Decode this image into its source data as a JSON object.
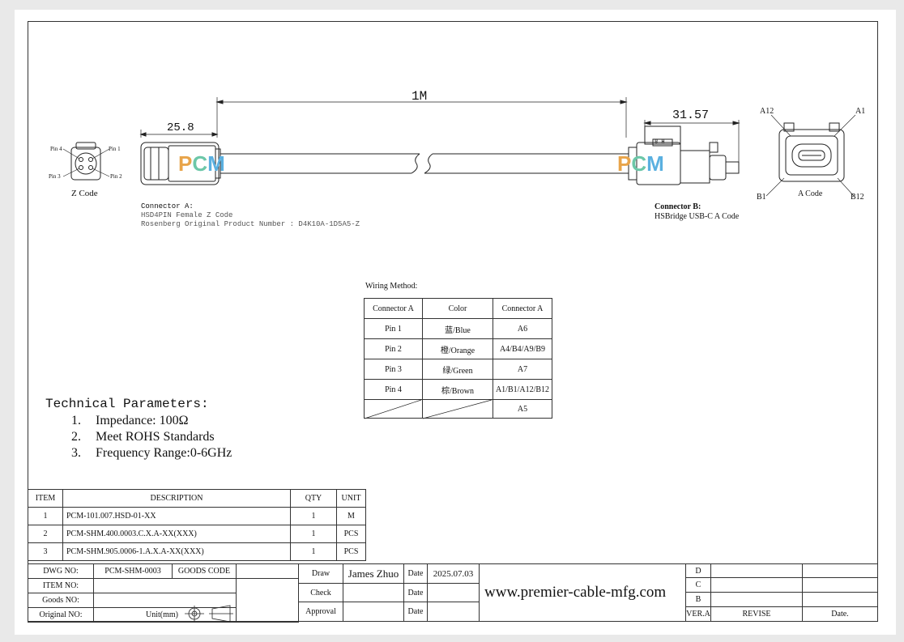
{
  "drawing": {
    "z_code_label": "Z Code",
    "pin_labels": [
      "Pin 4",
      "Pin 1",
      "Pin 3",
      "Pin 2"
    ],
    "dim_a": "25.8",
    "dim_length": "1M",
    "dim_b": "31.57",
    "connector_b_mark": "8 H",
    "usb_pin_labels": {
      "a12": "A12",
      "a1": "A1",
      "b1": "B1",
      "b12": "B12"
    },
    "a_code_label": "A Code",
    "connector_a": {
      "title": "Connector A:",
      "line1": "HSD4PIN Female Z Code",
      "line2": "Rosenberg Original Product Number : D4K10A-1D5A5-Z"
    },
    "connector_b": {
      "title": "Connector B:",
      "line1": "HSBridge USB-C A Code"
    },
    "watermark": "PCM",
    "brand_colors": {
      "p": "#e8a44a",
      "c": "#6cc7a8",
      "m": "#5ab0e0"
    }
  },
  "wiring": {
    "title": "Wiring  Method:",
    "headers": [
      "Connector A",
      "Color",
      "Connector A"
    ],
    "rows": [
      [
        "Pin 1",
        "蓝/Blue",
        "A6"
      ],
      [
        "Pin 2",
        "橙/Orange",
        "A4/B4/A9/B9"
      ],
      [
        "Pin 3",
        "绿/Green",
        "A7"
      ],
      [
        "Pin 4",
        "棕/Brown",
        "A1/B1/A12/B12"
      ],
      [
        "",
        "",
        "A5"
      ]
    ]
  },
  "technical": {
    "heading": "Technical Parameters:",
    "items": [
      "Impedance: 100Ω",
      "Meet ROHS Standards",
      "Frequency Range:0-6GHz"
    ]
  },
  "bom": {
    "headers": [
      "ITEM",
      "DESCRIPTION",
      "QTY",
      "UNIT"
    ],
    "rows": [
      [
        "1",
        "PCM-101.007.HSD-01-XX",
        "1",
        "M"
      ],
      [
        "2",
        "PCM-SHM.400.0003.C.X.A-XX(XXX)",
        "1",
        "PCS"
      ],
      [
        "3",
        "PCM-SHM.905.0006-1.A.X.A-XX(XXX)",
        "1",
        "PCS"
      ]
    ]
  },
  "title_block": {
    "dwg_no_label": "DWG NO:",
    "dwg_no": "PCM-SHM-0003",
    "goods_code_label": "GOODS CODE",
    "item_no_label": "ITEM NO:",
    "goods_no_label": "Goods NO:",
    "original_no_label": "Original NO:",
    "unit_label": "Unit(mm)",
    "draw_label": "Draw",
    "draw_name": "James Zhuo",
    "check_label": "Check",
    "approval_label": "Approval",
    "date_label": "Date",
    "draw_date": "2025.07.03",
    "website": "www.premier-cable-mfg.com",
    "rev_rows": [
      "D",
      "C",
      "B"
    ],
    "ver_label": "VER.A",
    "revise_label": "REVISE",
    "date_col_label": "Date."
  }
}
